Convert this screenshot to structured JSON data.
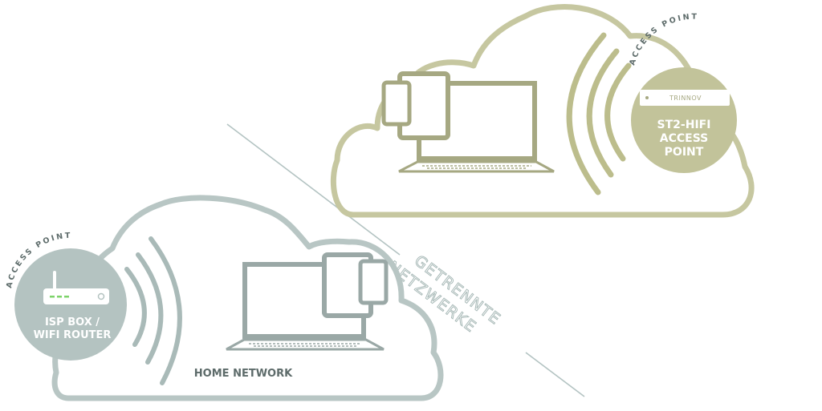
{
  "colors": {
    "home_cloud": "#b8c6c4",
    "home_accent": "#a9bab8",
    "hifi_cloud": "#c6c7a0",
    "hifi_accent": "#bcbd8c",
    "home_device": "#9aa8a6",
    "hifi_device": "#a6a882",
    "divider": "#b3c3c2",
    "text_dark": "#5d6b6a"
  },
  "icons": {
    "router": "wifi-router-icon",
    "streamer": "network-streamer-icon",
    "laptop": "laptop-icon",
    "tablet": "tablet-icon",
    "phone": "smartphone-icon",
    "signal": "wifi-signal-icon"
  },
  "home": {
    "access_point_label": "ACCESS POINT",
    "router_label_line1": "ISP BOX /",
    "router_label_line2": "WIFI ROUTER",
    "network_label": "HOME NETWORK"
  },
  "hifi": {
    "access_point_label": "ACCESS POINT",
    "device_brand": "TRINNOV",
    "device_label_line1": "ST2-HIFI",
    "device_label_line2": "ACCESS",
    "device_label_line3": "POINT"
  },
  "divider": {
    "line1": "GETRENNTE",
    "line2": "NETZWERKE"
  }
}
